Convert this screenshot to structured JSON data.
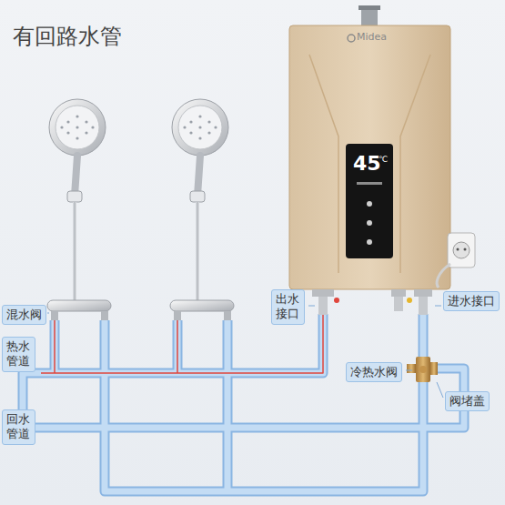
{
  "diagram": {
    "title": "有回路水管",
    "nodes": [
      {
        "text": [
          "出水 接口"
        ]
      },
      {
        "text": [
          "进水接口"
        ]
      },
      {
        "text": [
          "混水阀"
        ]
      },
      {
        "text": [
          "热水 管道"
        ]
      },
      {
        "text": [
          "冷热水阀"
        ]
      },
      {
        "text": [
          "阀堵盖"
        ]
      },
      {
        "text": [
          "回水 管道"
        ]
      }
    ],
    "labels": [
      "Midea",
      "45",
      "℃"
    ]
  }
}
